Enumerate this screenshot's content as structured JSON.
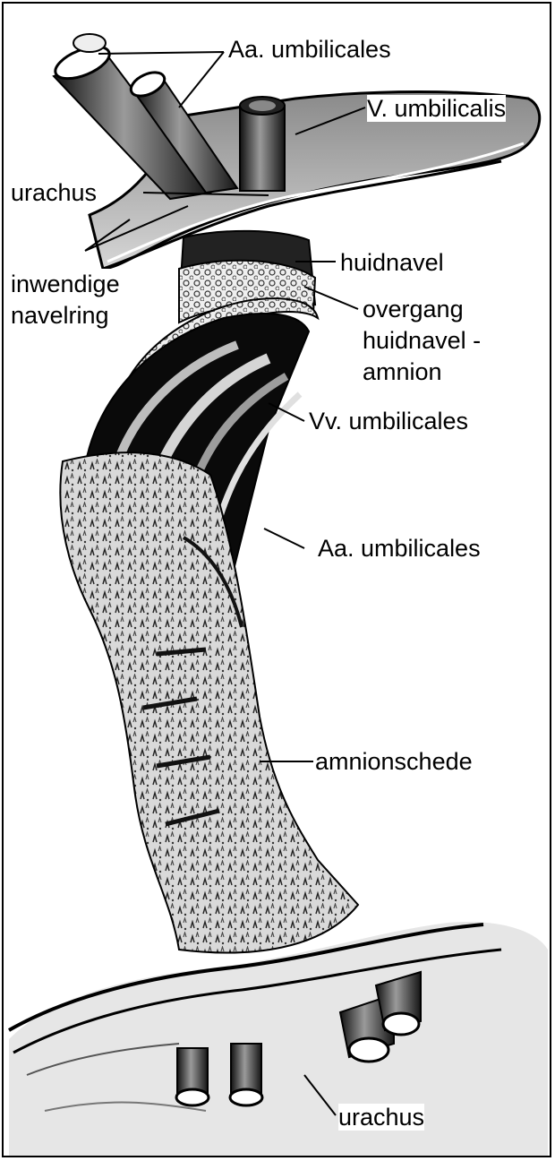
{
  "labels": {
    "aa_top": "Aa. umbilicales",
    "v_umbilicalis": "V. umbilicalis",
    "urachus_top": "urachus",
    "huidnavel": "huidnavel",
    "inwendige": [
      "inwendige",
      "navelring"
    ],
    "overgang": [
      "overgang",
      "huidnavel -",
      "amnion"
    ],
    "vv_umbilicales": "Vv. umbilicales",
    "aa_mid": "Aa. umbilicales",
    "amnionschede": "amnionschede",
    "urachus_bottom": "urachus"
  }
}
